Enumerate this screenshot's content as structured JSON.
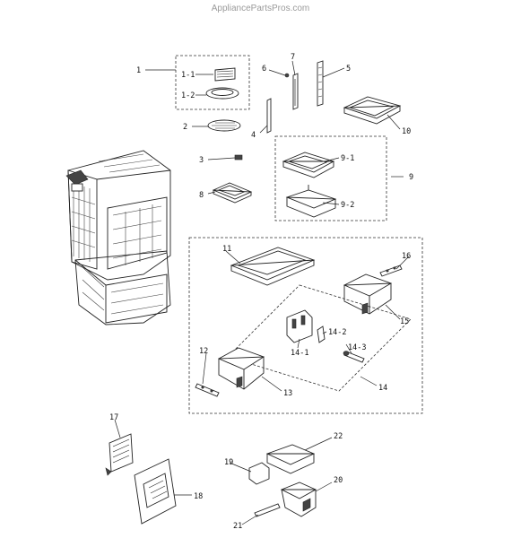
{
  "watermark": "AppliancePartsPros.com",
  "callouts": {
    "c1": "1",
    "c1_1": "1-1",
    "c1_2": "1-2",
    "c2": "2",
    "c3": "3",
    "c4": "4",
    "c5": "5",
    "c6": "6",
    "c7": "7",
    "c8": "8",
    "c9": "9",
    "c9_1": "9-1",
    "c9_2": "9-2",
    "c10": "10",
    "c11": "11",
    "c12": "12",
    "c13": "13",
    "c14": "14",
    "c14_1": "14-1",
    "c14_2": "14-2",
    "c14_3": "14-3",
    "c15": "15",
    "c16": "16",
    "c17": "17",
    "c18": "18",
    "c19": "19",
    "c20": "20",
    "c21": "21",
    "c22": "22"
  }
}
